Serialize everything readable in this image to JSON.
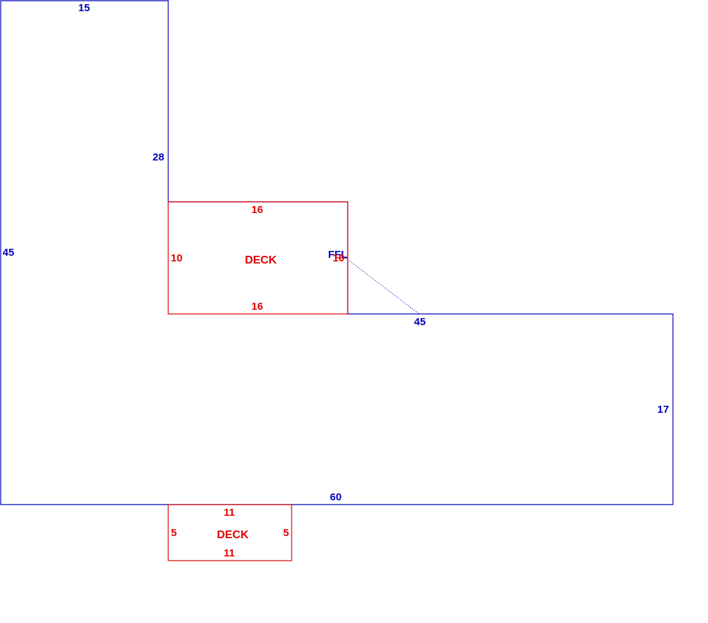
{
  "colors": {
    "building": "#0000bb",
    "deck": "#dd0000"
  },
  "building": {
    "name": "main-building",
    "dimensions": {
      "top": "15",
      "right_upper": "28",
      "left": "45",
      "middle_step": "45",
      "right_lower": "17",
      "bottom": "60"
    }
  },
  "decks": [
    {
      "name": "deck-upper",
      "label": "DECK",
      "dimensions": {
        "top": "16",
        "bottom": "16",
        "left": "10",
        "right": "10"
      }
    },
    {
      "name": "deck-lower",
      "label": "DECK",
      "dimensions": {
        "top": "11",
        "bottom": "11",
        "left": "5",
        "right": "5"
      }
    }
  ],
  "ffl": {
    "label": "FFL"
  }
}
